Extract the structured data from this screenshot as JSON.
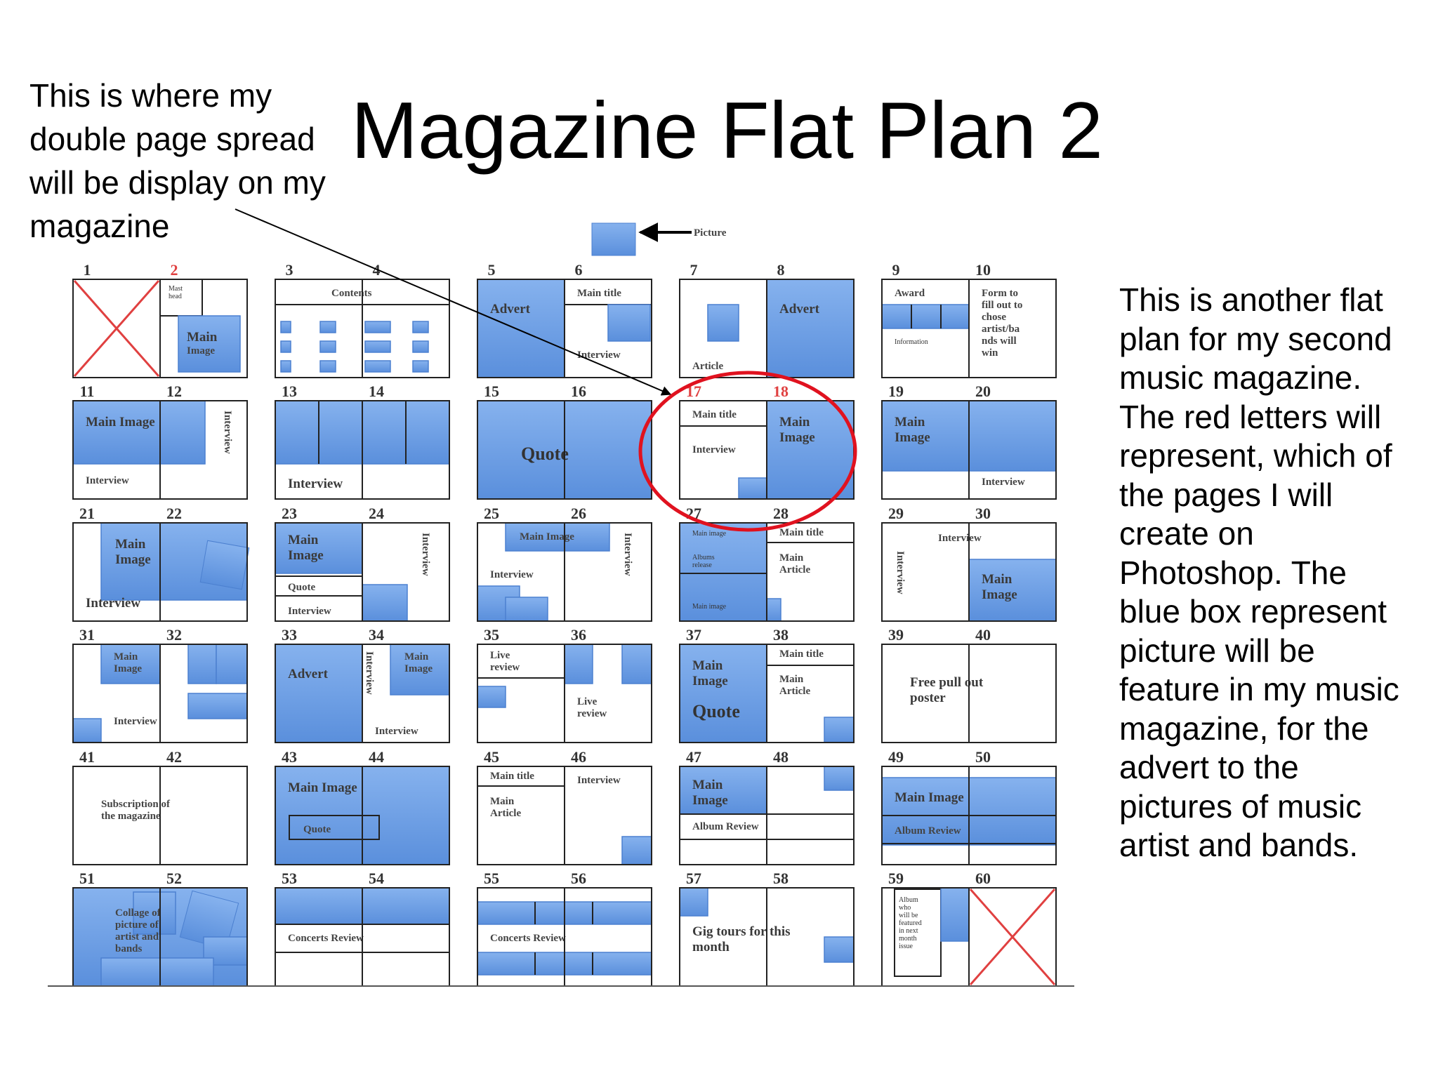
{
  "title": "Magazine Flat Plan 2",
  "note_left": "This is where my double page spread will be display on my magazine",
  "note_right": "This is another flat plan for my second music magazine. The red letters will represent, which of the pages I will create on Photoshop. The blue box represent picture will be feature in my music magazine, for the advert to the pictures of music artist and bands.",
  "picture_label": "Picture",
  "highlighted_pages": [
    "2",
    "17",
    "18"
  ],
  "colors": {
    "blue": "#6a9ee6",
    "blue_dark": "#4c80d0",
    "red": "#e04040",
    "circle": "#e0121f"
  },
  "spreads": [
    {
      "pages": [
        "1",
        "2"
      ],
      "labels": [
        "Mast head",
        "Main Image"
      ]
    },
    {
      "pages": [
        "3",
        "4"
      ],
      "labels": [
        "Contents"
      ]
    },
    {
      "pages": [
        "5",
        "6"
      ],
      "labels": [
        "Advert",
        "Main title",
        "Interview"
      ]
    },
    {
      "pages": [
        "7",
        "8"
      ],
      "labels": [
        "Article",
        "Advert"
      ]
    },
    {
      "pages": [
        "9",
        "10"
      ],
      "labels": [
        "Award",
        "Information",
        "Form to fill out to chose artist/ba nds will win"
      ]
    },
    {
      "pages": [
        "11",
        "12"
      ],
      "labels": [
        "Main Image",
        "Interview",
        "Interview"
      ]
    },
    {
      "pages": [
        "13",
        "14"
      ],
      "labels": [
        "Interview"
      ]
    },
    {
      "pages": [
        "15",
        "16"
      ],
      "labels": [
        "Quote"
      ]
    },
    {
      "pages": [
        "17",
        "18"
      ],
      "labels": [
        "Main title",
        "Interview",
        "Main Image"
      ]
    },
    {
      "pages": [
        "19",
        "20"
      ],
      "labels": [
        "Main Image",
        "Interview"
      ]
    },
    {
      "pages": [
        "21",
        "22"
      ],
      "labels": [
        "Main Image",
        "Interview"
      ]
    },
    {
      "pages": [
        "23",
        "24"
      ],
      "labels": [
        "Main Image",
        "Quote",
        "Interview",
        "Interview"
      ]
    },
    {
      "pages": [
        "25",
        "26"
      ],
      "labels": [
        "Main Image",
        "Interview",
        "Interview"
      ]
    },
    {
      "pages": [
        "27",
        "28"
      ],
      "labels": [
        "Main image",
        "Albums release",
        "Main image",
        "Main title",
        "Main Article"
      ]
    },
    {
      "pages": [
        "29",
        "30"
      ],
      "labels": [
        "Interview",
        "Interview",
        "Main Image"
      ]
    },
    {
      "pages": [
        "31",
        "32"
      ],
      "labels": [
        "Main Image",
        "Interview"
      ]
    },
    {
      "pages": [
        "33",
        "34"
      ],
      "labels": [
        "Advert",
        "Interview",
        "Main Image",
        "Interview"
      ]
    },
    {
      "pages": [
        "35",
        "36"
      ],
      "labels": [
        "Live review",
        "Live review"
      ]
    },
    {
      "pages": [
        "37",
        "38"
      ],
      "labels": [
        "Main Image",
        "Quote",
        "Main title",
        "Main Article"
      ]
    },
    {
      "pages": [
        "39",
        "40"
      ],
      "labels": [
        "Free pull out poster"
      ]
    },
    {
      "pages": [
        "41",
        "42"
      ],
      "labels": [
        "Subscription of the magazine"
      ]
    },
    {
      "pages": [
        "43",
        "44"
      ],
      "labels": [
        "Main Image",
        "Quote"
      ]
    },
    {
      "pages": [
        "45",
        "46"
      ],
      "labels": [
        "Main title",
        "Main Article",
        "Interview"
      ]
    },
    {
      "pages": [
        "47",
        "48"
      ],
      "labels": [
        "Main Image",
        "Album Review"
      ]
    },
    {
      "pages": [
        "49",
        "50"
      ],
      "labels": [
        "Main Image",
        "Album Review"
      ]
    },
    {
      "pages": [
        "51",
        "52"
      ],
      "labels": [
        "Collage of picture of artist and bands"
      ]
    },
    {
      "pages": [
        "53",
        "54"
      ],
      "labels": [
        "Concerts Review"
      ]
    },
    {
      "pages": [
        "55",
        "56"
      ],
      "labels": [
        "Concerts Review"
      ]
    },
    {
      "pages": [
        "57",
        "58"
      ],
      "labels": [
        "Gig tours for this month"
      ]
    },
    {
      "pages": [
        "59",
        "60"
      ],
      "labels": [
        "Album who will be featured in next month issue"
      ]
    }
  ]
}
